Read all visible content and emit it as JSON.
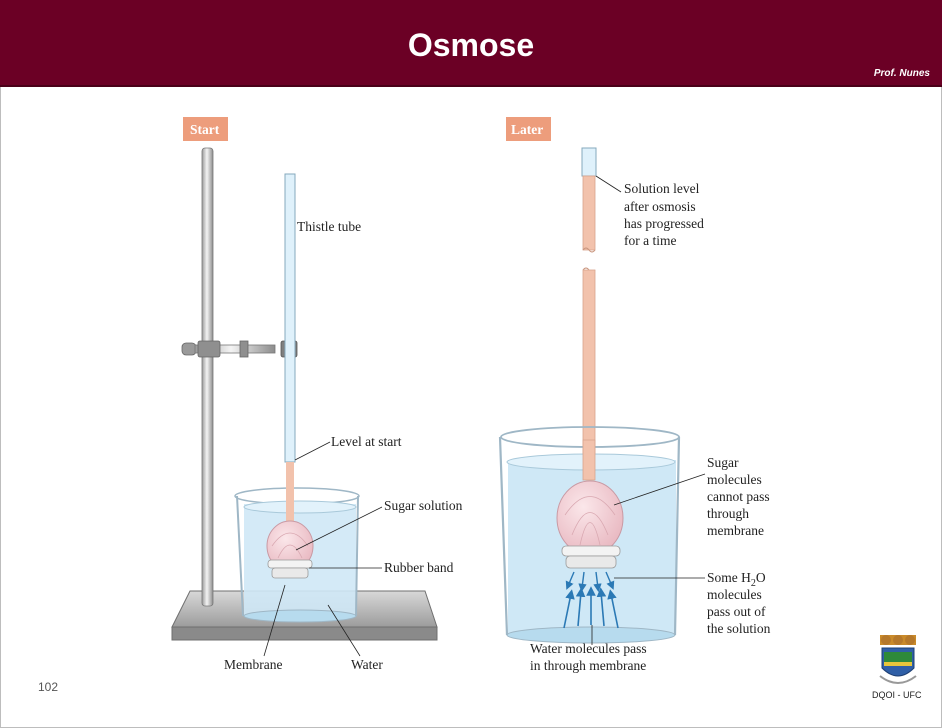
{
  "slide": {
    "title": "Osmose",
    "author": "Prof. Nunes",
    "page_number": "102",
    "department": "DQOI - UFC"
  },
  "colors": {
    "header": "#6b0025",
    "tag_bg": "#ed9d7c",
    "water": "#cfe8f6",
    "solution": "#f2c2ac",
    "arrows": "#2b79b5"
  },
  "left_panel": {
    "tag": "Start",
    "labels": {
      "thistle_tube": "Thistle tube",
      "level_at_start": "Level at start",
      "sugar_solution": "Sugar solution",
      "rubber_band": "Rubber band",
      "membrane": "Membrane",
      "water": "Water"
    }
  },
  "right_panel": {
    "tag": "Later",
    "solution_level": [
      "Solution level",
      "after osmosis",
      "has progressed",
      "for a time"
    ],
    "sugar_molecules": [
      "Sugar",
      "molecules",
      "cannot pass",
      "through",
      "membrane"
    ],
    "h2o": {
      "prefix": "Some H",
      "subscript": "2",
      "suffix": "O",
      "lines": [
        "molecules",
        "pass out of",
        "the solution"
      ]
    },
    "water_in": [
      "Water molecules pass",
      "in through membrane"
    ]
  },
  "icons": {
    "logo": "ufc-crest-icon"
  }
}
